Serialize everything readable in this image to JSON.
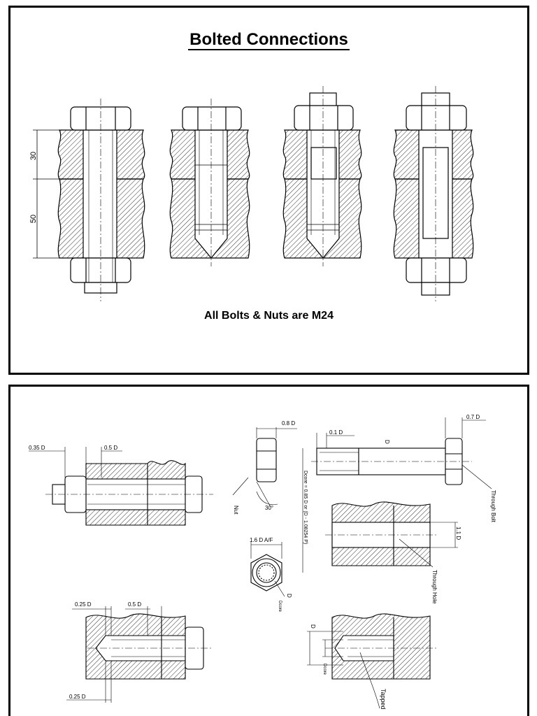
{
  "top": {
    "title": "Bolted Connections",
    "note": "All Bolts & Nuts are M24",
    "dim_upper": "30",
    "dim_lower": "50"
  },
  "bottom": {
    "dim_035d": "0.35 D",
    "dim_05d_a": "0.5 D",
    "dim_08d": "0.8 D",
    "dim_01d": "0.1 D",
    "dim_07d": "0.7 D",
    "label_d_bolt": "D",
    "label_nut": "Nut",
    "angle_30": "30°",
    "dcore_formula": "Dcore = 0.85 D or (D - 1.08254 P)",
    "label_through_bolt": "Through Bolt",
    "dim_16daf": "1.6 D A/F",
    "dim_11d": "1.1 D",
    "label_through_hole": "Through Hole",
    "label_d_nut": "D",
    "label_dcore_nut": "Dcore",
    "dim_025d_a": "0.25 D",
    "dim_05d_b": "0.5 D",
    "dim_025d_b": "0.25 D",
    "label_d_tapped": "D",
    "label_dcore_tapped": "Dcore",
    "label_tapped": "Tapped"
  }
}
